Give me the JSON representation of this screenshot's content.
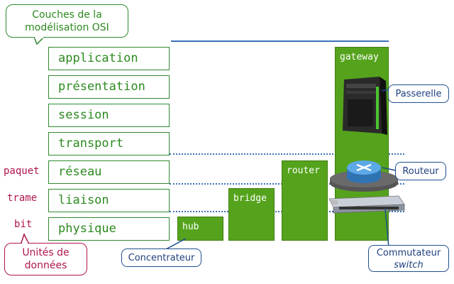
{
  "title_callout": {
    "line1": "Couches de la",
    "line2": "modélisation OSI"
  },
  "layers": [
    {
      "label": "application"
    },
    {
      "label": "présentation"
    },
    {
      "label": "session"
    },
    {
      "label": "transport"
    },
    {
      "label": "réseau"
    },
    {
      "label": "liaison"
    },
    {
      "label": "physique"
    }
  ],
  "units": {
    "packet": "paquet",
    "frame": "trame",
    "bit": "bit"
  },
  "units_callout": {
    "line1": "Unités de",
    "line2": "données"
  },
  "devices": {
    "hub": "hub",
    "bridge": "bridge",
    "router": "router",
    "gateway": "gateway"
  },
  "device_callouts": {
    "hub": "Concentrateur",
    "gateway": "Passerelle",
    "router": "Routeur",
    "switch_line1": "Commutateur",
    "switch_line2": "switch"
  },
  "colors": {
    "layer_text": "#2b8a1e",
    "device_fill": "#55a31c",
    "unit_text": "#b0154f",
    "callout_blue": "#1f4f8f",
    "dotted_line": "#3a72b8"
  }
}
